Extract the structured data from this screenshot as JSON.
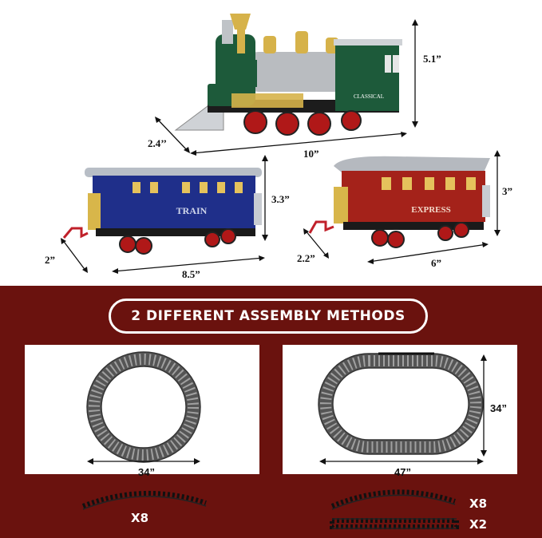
{
  "dimensions": {
    "loco_height": "5.1”",
    "loco_depth": "2.4’’",
    "loco_length": "10”",
    "coach_height": "3.3”",
    "coach_depth": "2”",
    "coach_length": "8.5”",
    "car_height": "3”",
    "car_depth": "2.2”",
    "car_length": "6”"
  },
  "labels": {
    "loco_plate": "CLASSICAL",
    "coach_sign": "TRAIN",
    "car_sign": "EXPRESS"
  },
  "banner": {
    "title": "2 DIFFERENT ASSEMBLY METHODS"
  },
  "method_circle": {
    "width": "34”",
    "count": "X8"
  },
  "method_oval": {
    "width": "47”",
    "height": "34”",
    "count_curved": "X8",
    "count_straight": "X2"
  },
  "colors": {
    "background": "#6a120e",
    "locomotive": "#1d5a3a",
    "coach": "#1f2f8a",
    "car": "#a4221a"
  }
}
